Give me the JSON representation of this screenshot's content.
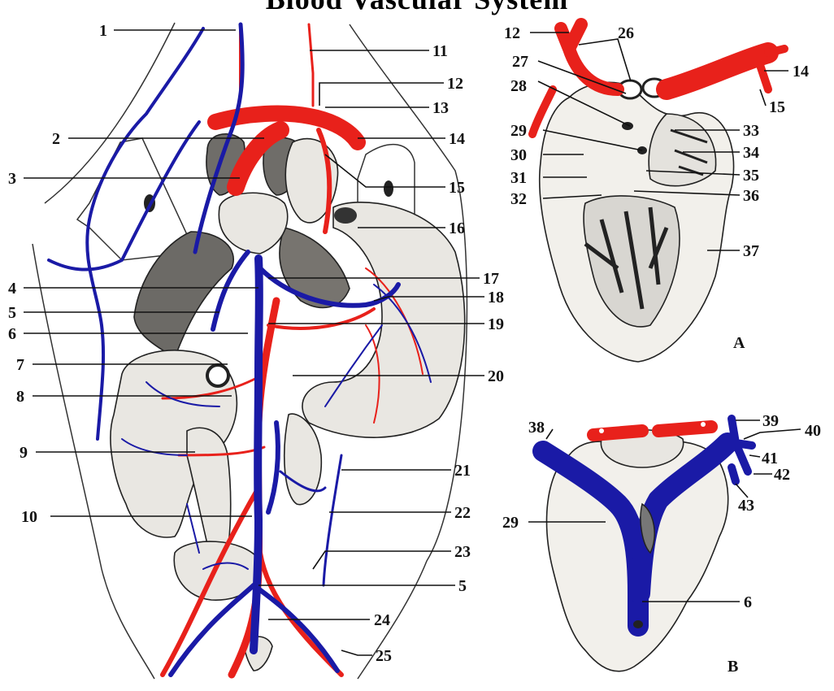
{
  "title": "Blood Vascular System",
  "panel_labels": {
    "a": "A",
    "b": "B"
  },
  "main_labels": {
    "1": "1",
    "2": "2",
    "3": "3",
    "4": "4",
    "5": "5",
    "6": "6",
    "7": "7",
    "8": "8",
    "9": "9",
    "10": "10",
    "11": "11",
    "12": "12",
    "13": "13",
    "14": "14",
    "15": "15",
    "16": "16",
    "17": "17",
    "18": "18",
    "19": "19",
    "20": "20",
    "21": "21",
    "22": "22",
    "23": "23",
    "5b": "5",
    "24": "24",
    "25": "25"
  },
  "panel_a_labels": {
    "12": "12",
    "26": "26",
    "27": "27",
    "28": "28",
    "14": "14",
    "15": "15",
    "29": "29",
    "33": "33",
    "30": "30",
    "34": "34",
    "31": "31",
    "35": "35",
    "32": "32",
    "36": "36",
    "37": "37"
  },
  "panel_b_labels": {
    "38": "38",
    "39": "39",
    "40": "40",
    "41": "41",
    "42": "42",
    "43": "43",
    "29": "29",
    "6": "6"
  },
  "colors": {
    "artery": "#e8211b",
    "vein": "#1a1aa6",
    "organ": "#e9e7e2",
    "liver": "#6c6a66"
  }
}
